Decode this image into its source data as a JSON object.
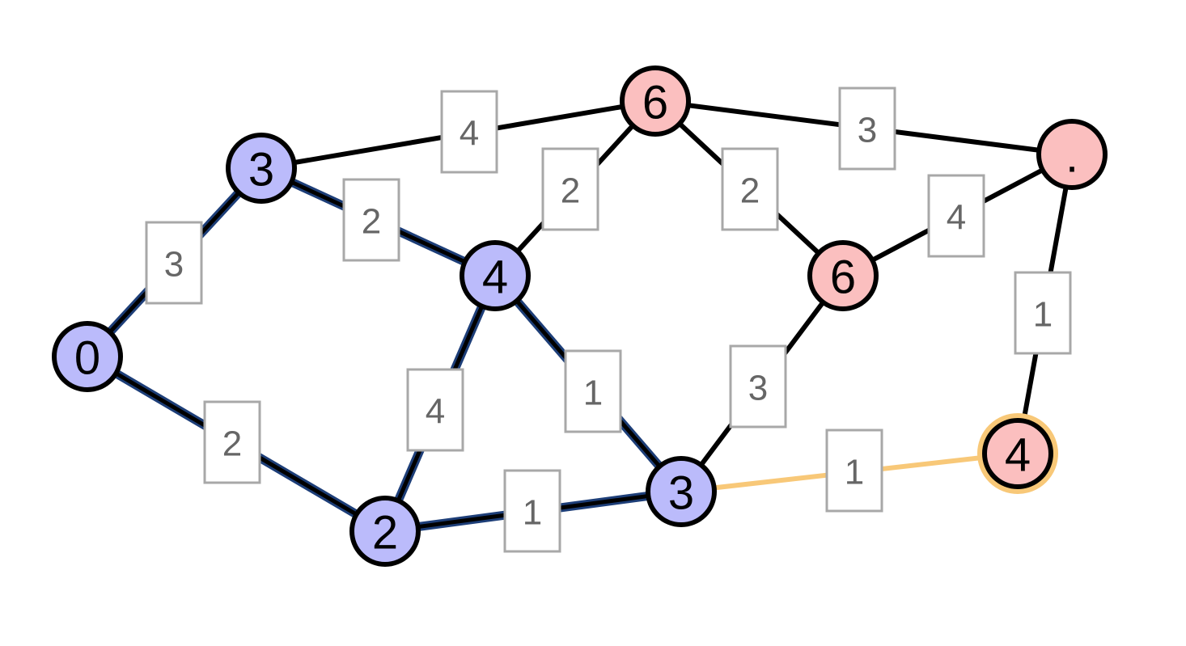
{
  "graph": {
    "colors": {
      "visited_fill": "#bbbbfb",
      "unvisited_fill": "#fbbfbf",
      "edge_default": "#000000",
      "edge_tree_outline": "#1d3e78",
      "edge_candidate": "#f8c878",
      "current_node_ring": "#f8c878",
      "label_box_border": "#a8a8a8",
      "label_text": "#666666"
    },
    "nodes": [
      {
        "id": "a",
        "label": "0",
        "state": "visited"
      },
      {
        "id": "b",
        "label": "3",
        "state": "visited"
      },
      {
        "id": "c",
        "label": "6",
        "state": "unvisited"
      },
      {
        "id": "d",
        "label": "4",
        "state": "visited"
      },
      {
        "id": "e",
        "label": "2",
        "state": "visited"
      },
      {
        "id": "f",
        "label": "3",
        "state": "visited"
      },
      {
        "id": "g",
        "label": "6",
        "state": "unvisited"
      },
      {
        "id": "h",
        "label": ".",
        "state": "unvisited"
      },
      {
        "id": "i",
        "label": "4",
        "state": "current"
      }
    ],
    "edges": [
      {
        "from": "a",
        "to": "b",
        "weight": "3",
        "state": "tree"
      },
      {
        "from": "a",
        "to": "e",
        "weight": "2",
        "state": "tree"
      },
      {
        "from": "b",
        "to": "c",
        "weight": "4",
        "state": "default"
      },
      {
        "from": "b",
        "to": "d",
        "weight": "2",
        "state": "tree"
      },
      {
        "from": "d",
        "to": "c",
        "weight": "2",
        "state": "default"
      },
      {
        "from": "d",
        "to": "e",
        "weight": "4",
        "state": "tree"
      },
      {
        "from": "d",
        "to": "f",
        "weight": "1",
        "state": "tree"
      },
      {
        "from": "e",
        "to": "f",
        "weight": "1",
        "state": "tree"
      },
      {
        "from": "c",
        "to": "g",
        "weight": "2",
        "state": "default"
      },
      {
        "from": "c",
        "to": "h",
        "weight": "3",
        "state": "default"
      },
      {
        "from": "g",
        "to": "h",
        "weight": "4",
        "state": "default"
      },
      {
        "from": "f",
        "to": "g",
        "weight": "3",
        "state": "default"
      },
      {
        "from": "h",
        "to": "i",
        "weight": "1",
        "state": "default"
      },
      {
        "from": "f",
        "to": "i",
        "weight": "1",
        "state": "candidate"
      }
    ]
  }
}
